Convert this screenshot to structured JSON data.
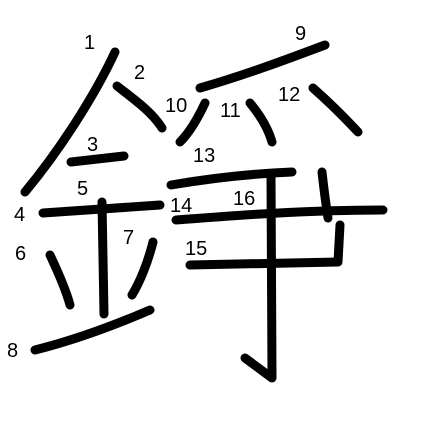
{
  "colors": {
    "ink": "#000000",
    "background": "#ffffff"
  },
  "stroke_numbers": [
    "1",
    "2",
    "3",
    "4",
    "5",
    "6",
    "7",
    "8",
    "9",
    "10",
    "11",
    "12",
    "13",
    "14",
    "15",
    "16"
  ]
}
